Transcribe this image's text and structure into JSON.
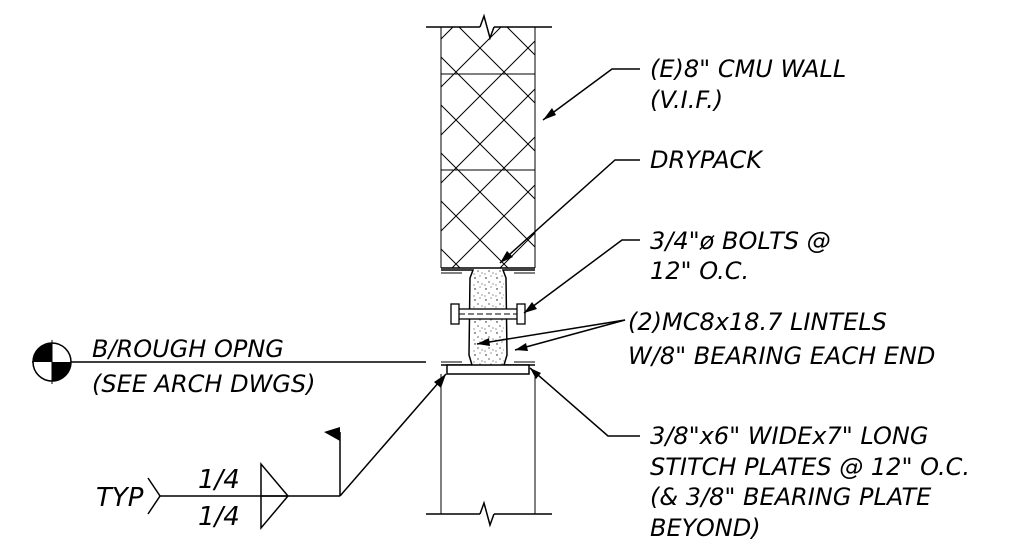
{
  "notes": {
    "cmu_wall_1": "(E)8\" CMU WALL",
    "cmu_wall_2": "(V.I.F.)",
    "drypack": "DRYPACK",
    "bolts_1": "3/4\"ø BOLTS @",
    "bolts_2": "12\" O.C.",
    "lintels_1": "(2)MC8x18.7 LINTELS",
    "lintels_2": "W/8\" BEARING EACH END",
    "plates_1": "3/8\"x6\" WIDEx7\" LONG",
    "plates_2": "STITCH PLATES @ 12\" O.C.",
    "plates_3": "(& 3/8\" BEARING PLATE",
    "plates_4": "BEYOND)",
    "rough_opening_1": "B/ROUGH OPNG",
    "rough_opening_2": "(SEE ARCH DWGS)"
  },
  "weld": {
    "tail": "TYP",
    "size_top": "1/4",
    "size_bottom": "1/4"
  }
}
